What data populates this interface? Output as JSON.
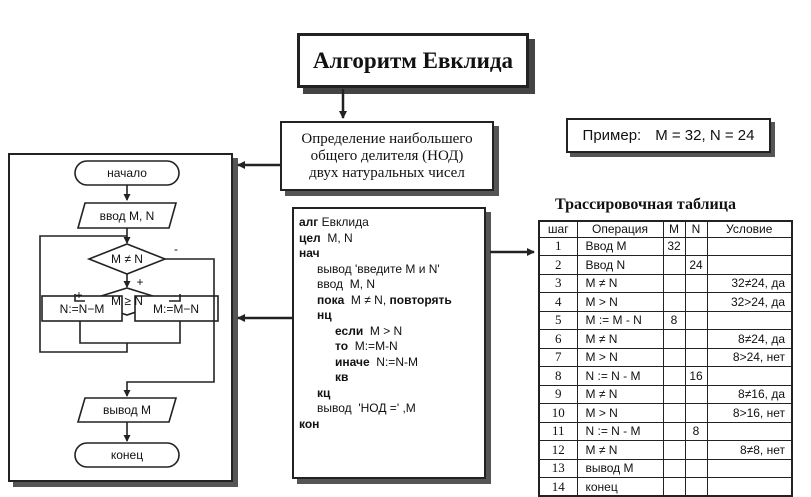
{
  "title": "Алгоритм Евклида",
  "definition": "Определение наибольшего\nобщего делителя (НОД)\nдвух натуральных чисел",
  "example": {
    "label": "Пример:",
    "value": "M = 32, N = 24"
  },
  "flowchart": {
    "start": "начало",
    "input": "ввод  M, N",
    "cond1": "M ≠ N",
    "cond2": "M ≥ N",
    "plus1": "+",
    "minus1": "-",
    "plus2": "+",
    "minus2": "-",
    "assign_left": "N:=N−M",
    "assign_right": "M:=M−N",
    "output": "вывод  M",
    "end": "конец"
  },
  "code": {
    "l1_kw": "алг",
    "l1": " Евклида",
    "l2_kw": "цел",
    "l2": "  M, N",
    "l3_kw": "нач",
    "l4": "вывод 'введите M и N'",
    "l5": "ввод  M, N",
    "l6_kw1": "пока",
    "l6": "  M ≠ N, ",
    "l6_kw2": "повторять",
    "l7_kw": "нц",
    "l8_kw": "если",
    "l8": "  M > N",
    "l9_kw": "то",
    "l9": "  M:=M-N",
    "l10_kw": "иначе",
    "l10": "  N:=N-M",
    "l11_kw": "кв",
    "l12_kw": "кц",
    "l13": "вывод  'НОД =' ,M",
    "l14_kw": "кон"
  },
  "table": {
    "title": "Трассировочная таблица",
    "headers": [
      "шаг",
      "Операция",
      "M",
      "N",
      "Условие"
    ],
    "rows": [
      [
        "1",
        "Ввод M",
        "32",
        "",
        ""
      ],
      [
        "2",
        "Ввод N",
        "",
        "24",
        ""
      ],
      [
        "3",
        "M ≠ N",
        "",
        "",
        "32≠24, да"
      ],
      [
        "4",
        "M > N",
        "",
        "",
        "32>24, да"
      ],
      [
        "5",
        "M := M - N",
        "8",
        "",
        ""
      ],
      [
        "6",
        "M ≠ N",
        "",
        "",
        "8≠24, да"
      ],
      [
        "7",
        "M > N",
        "",
        "",
        "8>24, нет"
      ],
      [
        "8",
        "N := N - M",
        "",
        "16",
        ""
      ],
      [
        "9",
        "M ≠ N",
        "",
        "",
        "8≠16, да"
      ],
      [
        "10",
        "M > N",
        "",
        "",
        "8>16, нет"
      ],
      [
        "11",
        "N := N - M",
        "",
        "8",
        ""
      ],
      [
        "12",
        "M ≠ N",
        "",
        "",
        "8≠8, нет"
      ],
      [
        "13",
        "вывод M",
        "",
        "",
        ""
      ],
      [
        "14",
        "конец",
        "",
        "",
        ""
      ]
    ]
  }
}
